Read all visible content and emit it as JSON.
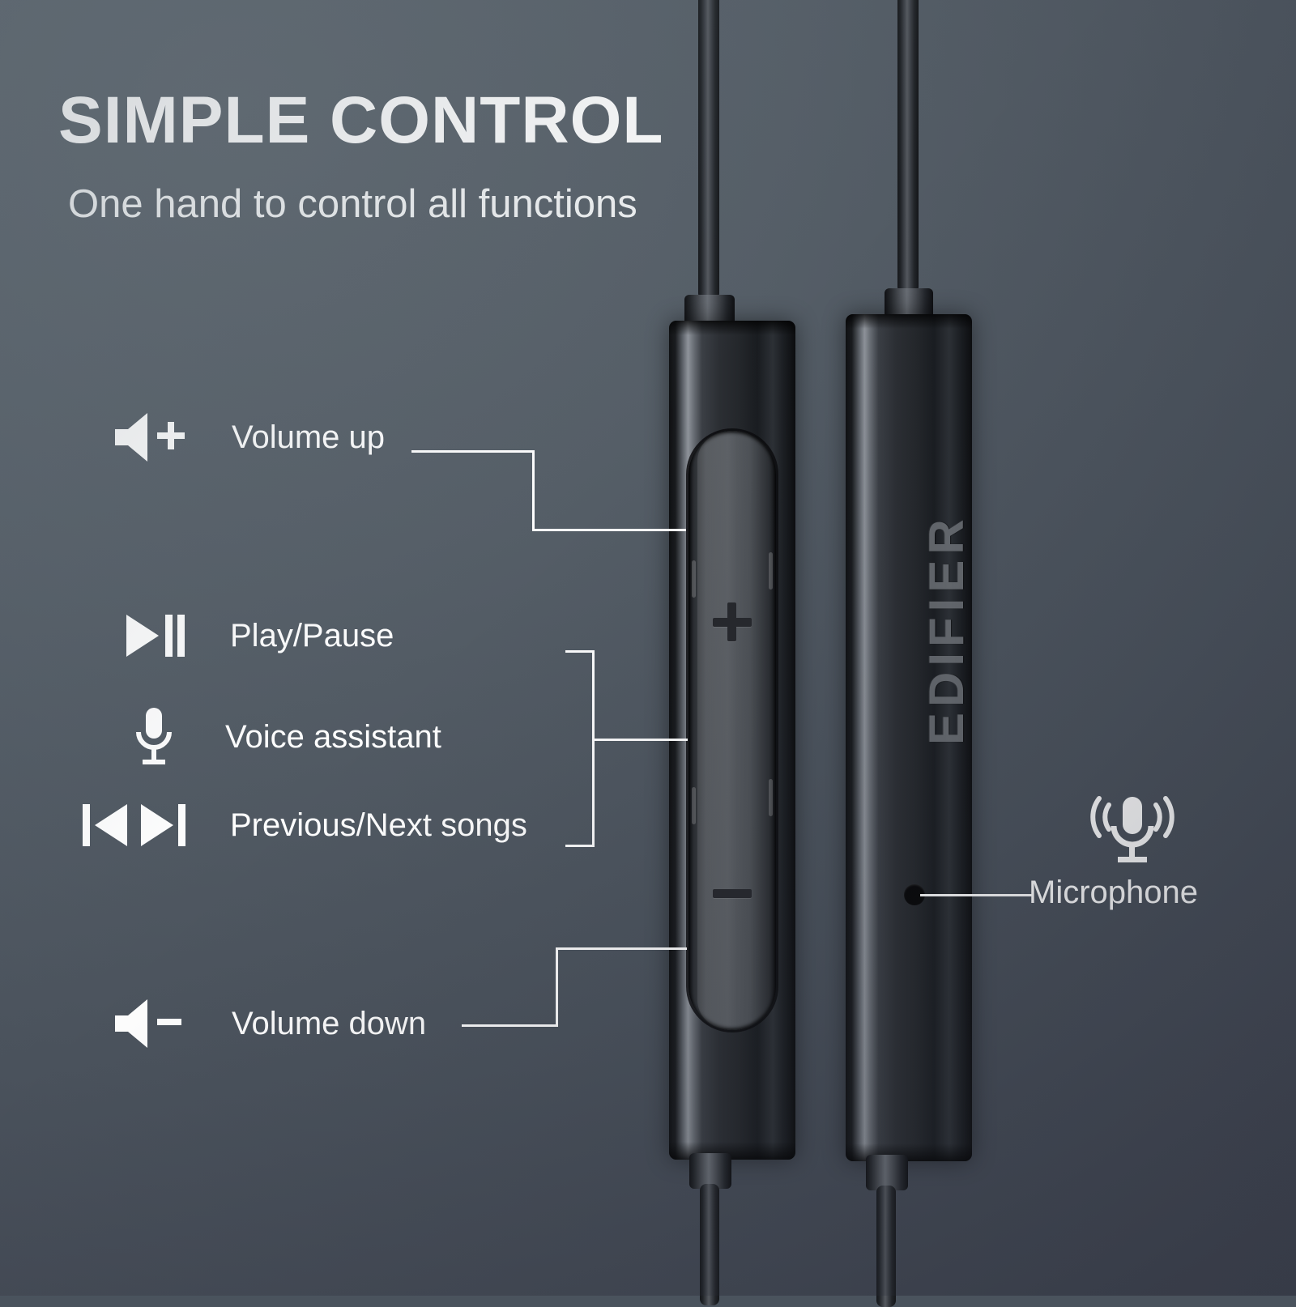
{
  "header": {
    "headline": "SIMPLE CONTROL",
    "subheadline": "One hand to control all functions"
  },
  "callouts": [
    {
      "id": "volume-up",
      "label": "Volume up",
      "icon": "speaker-plus-icon"
    },
    {
      "id": "play-pause",
      "label": "Play/Pause",
      "icon": "play-pause-icon"
    },
    {
      "id": "voice-assistant",
      "label": "Voice assistant",
      "icon": "microphone-icon"
    },
    {
      "id": "previous-next",
      "label": "Previous/Next songs",
      "icon": "prev-next-icon"
    },
    {
      "id": "volume-down",
      "label": "Volume down",
      "icon": "speaker-minus-icon"
    },
    {
      "id": "microphone",
      "label": "Microphone",
      "icon": "microphone-waves-icon"
    }
  ],
  "device": {
    "brand": "EDIFIER",
    "volume_up_symbol": "+",
    "volume_down_symbol": "−"
  },
  "colors": {
    "background_light": "#5d666e",
    "background_dark": "#3b404c",
    "text": "#ffffff",
    "leader_line": "#ffffff",
    "device_body": "#24272b",
    "brand_text": "#73777c"
  }
}
